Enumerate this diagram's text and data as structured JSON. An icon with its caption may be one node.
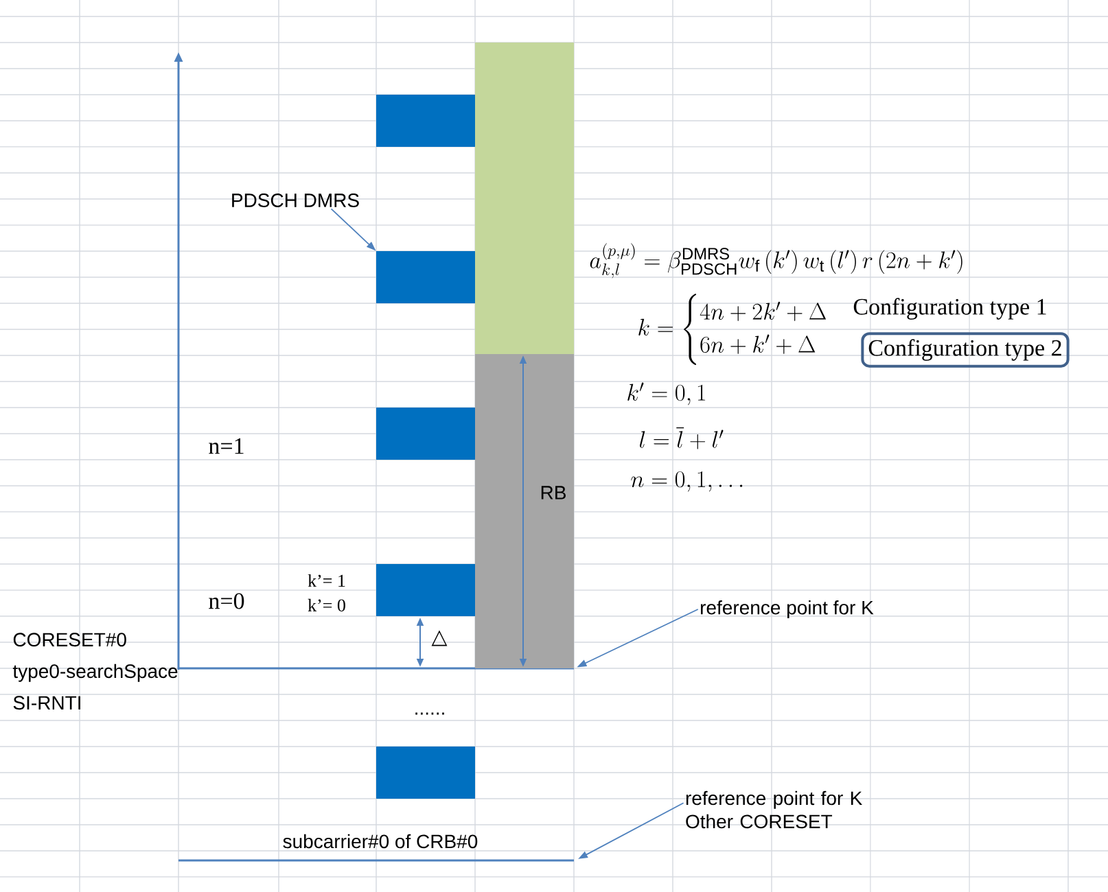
{
  "diagram": {
    "nodes": [
      {
        "text": [
          "PDSCH DMRS"
        ]
      },
      {
        "text": [],
        "shape": "box"
      },
      {
        "text": [],
        "shape": "box"
      },
      {
        "text": [],
        "shape": "box"
      },
      {
        "text": [],
        "shape": "box"
      },
      {
        "text": [],
        "shape": "box"
      },
      {
        "text": [],
        "shape": "box"
      },
      {
        "text": [],
        "shape": "box"
      },
      {
        "text": [
          "Configuration type 2"
        ]
      },
      {
        "text": [
          "reference point for K"
        ]
      },
      {
        "text": [
          "reference point for K Other CORESET"
        ]
      }
    ],
    "edges": [
      {
        "from": 0,
        "to": 4,
        "arrow": "to"
      },
      {
        "from": 9,
        "to": 2,
        "arrow": "to"
      },
      {
        "from": 10,
        "to": null,
        "arrow": "to"
      }
    ],
    "labels": [
      "a_{k,l}^{(p,\\mu)} = \\beta_{\\mathrm{PDSCH}}^{\\mathrm{DMRS}} w_{\\mathrm{f}}\\left(k'\\right) w_{\\mathrm{t}}\\left(l'\\right) r\\left(2n+k'\\right)",
      "Configuration type 1",
      "k = \\begin{cases} 4n+2k'+\\Delta \\\\ 6n+k'+\\Delta \\end{cases}",
      "k' = 0,1",
      "l = \\overline{l} + l'",
      "n = 0,1,\\ldots",
      "n=1",
      "RB",
      "k’= 1",
      "n=0",
      "k’= 0",
      "△",
      "CORESET#0 type0-searchSpace SI-RNTI",
      "......",
      "subcarrier#0 of CRB#0"
    ]
  }
}
